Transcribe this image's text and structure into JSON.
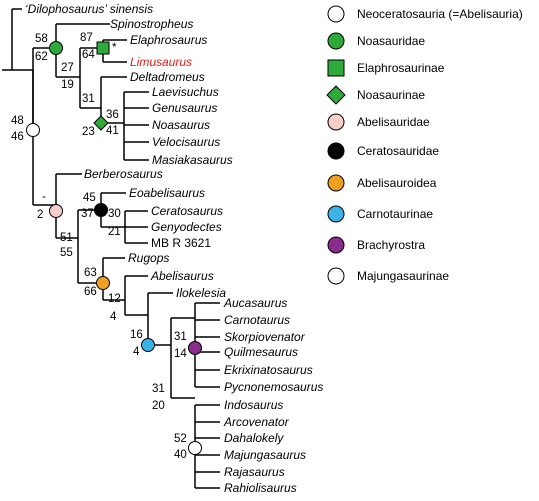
{
  "taxa": {
    "dilophosaurus": "‘Dilophosaurus’ sinensis",
    "spinostropheus": "Spinostropheus",
    "elaphrosaurus": "Elaphrosaurus",
    "limusaurus": "Limusaurus",
    "deltadromeus": "Deltadromeus",
    "laevisuchus": "Laevisuchus",
    "genusaurus": "Genusaurus",
    "noasaurus": "Noasaurus",
    "velocisaurus": "Velocisaurus",
    "masiakasaurus": "Masiakasaurus",
    "berberosaurus": "Berberosaurus",
    "eoabelisaurus": "Eoabelisaurus",
    "ceratosaurus": "Ceratosaurus",
    "genyodectes": "Genyodectes",
    "mbr3621": "MB R 3621",
    "rugops": "Rugops",
    "abelisaurus": "Abelisaurus",
    "ilokelesia": "Ilokelesia",
    "aucasaurus": "Aucasaurus",
    "carnotaurus": "Carnotaurus",
    "skorpiovenator": "Skorpiovenator",
    "quilmesaurus": "Quilmesaurus",
    "ekrixinatosaurus": "Ekrixinatosaurus",
    "pycnonemosaurus": "Pycnonemosaurus",
    "indosaurus": "Indosaurus",
    "arcovenator": "Arcovenator",
    "dahalokely": "Dahalokely",
    "majungasaurus": "Majungasaurus",
    "rajasaurus": "Rajasaurus",
    "rahiolisaurus": "Rahiolisaurus"
  },
  "support": {
    "n48": "48",
    "n46": "46",
    "n58": "58",
    "n62": "62",
    "n27": "27",
    "n19": "19",
    "n87": "87",
    "n64": "64",
    "star": "*",
    "n31a": "31",
    "n23": "23",
    "n36": "36",
    "n41": "41",
    "dash": "-",
    "n2": "2",
    "n51": "51",
    "n55": "55",
    "n45": "45",
    "n37": "37",
    "n30": "30",
    "n21": "21",
    "n63": "63",
    "n66": "66",
    "n12": "12",
    "n4a": "4",
    "n16": "16",
    "n4b": "4",
    "n31b": "31",
    "n14": "14",
    "n31c": "31",
    "n20": "20",
    "n52": "52",
    "n40": "40"
  },
  "legend": [
    {
      "label": "Neoceratosauria (=Abelisauria)",
      "shape": "circle",
      "color": "#ffffff"
    },
    {
      "label": "Noasauridae",
      "shape": "circle",
      "color": "#2eaa3a"
    },
    {
      "label": "Elaphrosaurinae",
      "shape": "square",
      "color": "#2eaa3a"
    },
    {
      "label": "Noasaurinae",
      "shape": "diamond",
      "color": "#2eaa3a"
    },
    {
      "label": "Abelisauridae",
      "shape": "circle",
      "color": "#f6cfc8"
    },
    {
      "label": "Ceratosauridae",
      "shape": "circle",
      "color": "#000000"
    },
    {
      "label": "Abelisauroidea",
      "shape": "circle",
      "color": "#f0a020"
    },
    {
      "label": "Carnotaurinae",
      "shape": "circle",
      "color": "#3ab4e6"
    },
    {
      "label": "Brachyrostra",
      "shape": "circle",
      "color": "#8a2b8e"
    },
    {
      "label": "Majungasaurinae",
      "shape": "circle",
      "color": "#ffffff"
    }
  ]
}
